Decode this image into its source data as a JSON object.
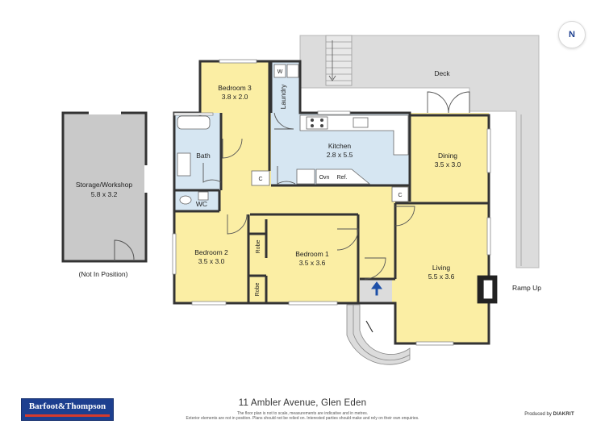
{
  "rooms": {
    "storage": {
      "name": "Storage/Workshop",
      "dims": "5.8 x 3.2",
      "note": "(Not In Position)"
    },
    "bedroom3": {
      "name": "Bedroom 3",
      "dims": "3.8 x 2.0"
    },
    "laundry": {
      "name": "Laundry"
    },
    "bath": {
      "name": "Bath"
    },
    "wc": {
      "name": "WC"
    },
    "kitchen": {
      "name": "Kitchen",
      "dims": "2.8 x 5.5"
    },
    "dining": {
      "name": "Dining",
      "dims": "3.5 x 3.0"
    },
    "living": {
      "name": "Living",
      "dims": "5.5 x 3.6"
    },
    "bedroom1": {
      "name": "Bedroom 1",
      "dims": "3.5 x 3.6"
    },
    "bedroom2": {
      "name": "Bedroom 2",
      "dims": "3.5 x 3.0"
    },
    "deck": {
      "name": "Deck"
    }
  },
  "fixtures": {
    "closet": "C",
    "washer": "W",
    "oven": "Ovn",
    "fridge": "Ref.",
    "robe": "Robe",
    "ramp": "Ramp Up"
  },
  "compass": "N",
  "footer": {
    "address": "11 Ambler Avenue, Glen Eden",
    "disclaimer_line1": "The floor plan is not to scale, measurements are indicative and in metres.",
    "disclaimer_line2": "Exterior elements are not in position. Plans should not be relied on. Interested parties should make and rely on their own enquiries.",
    "credit_prefix": "Produced by",
    "credit_brand": "DIAKRIT",
    "brand_logo_text": "Barfoot&Thompson"
  },
  "colors": {
    "bedroom": "#fbeea4",
    "wet_area": "#d6e6f2",
    "outdoor": "#dcdcdc",
    "wall": "#333333"
  }
}
